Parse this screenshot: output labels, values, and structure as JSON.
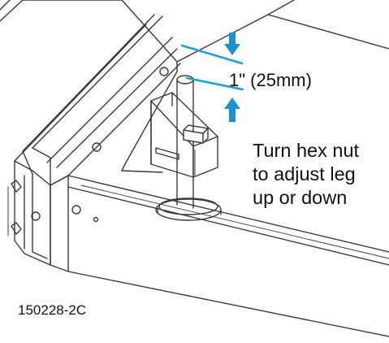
{
  "diagram": {
    "dimension_label": "1\" (25mm)",
    "instruction_lines": [
      "Turn hex nut",
      "to adjust leg",
      "up or down"
    ],
    "part_number": "150228-2C",
    "colors": {
      "dimension_lines": "#1fa0d8",
      "arrows": "#1e8fcf",
      "linework": "#3a3a3a",
      "text": "#111111"
    },
    "icons": [
      "arrow-down-icon",
      "arrow-up-icon"
    ]
  }
}
